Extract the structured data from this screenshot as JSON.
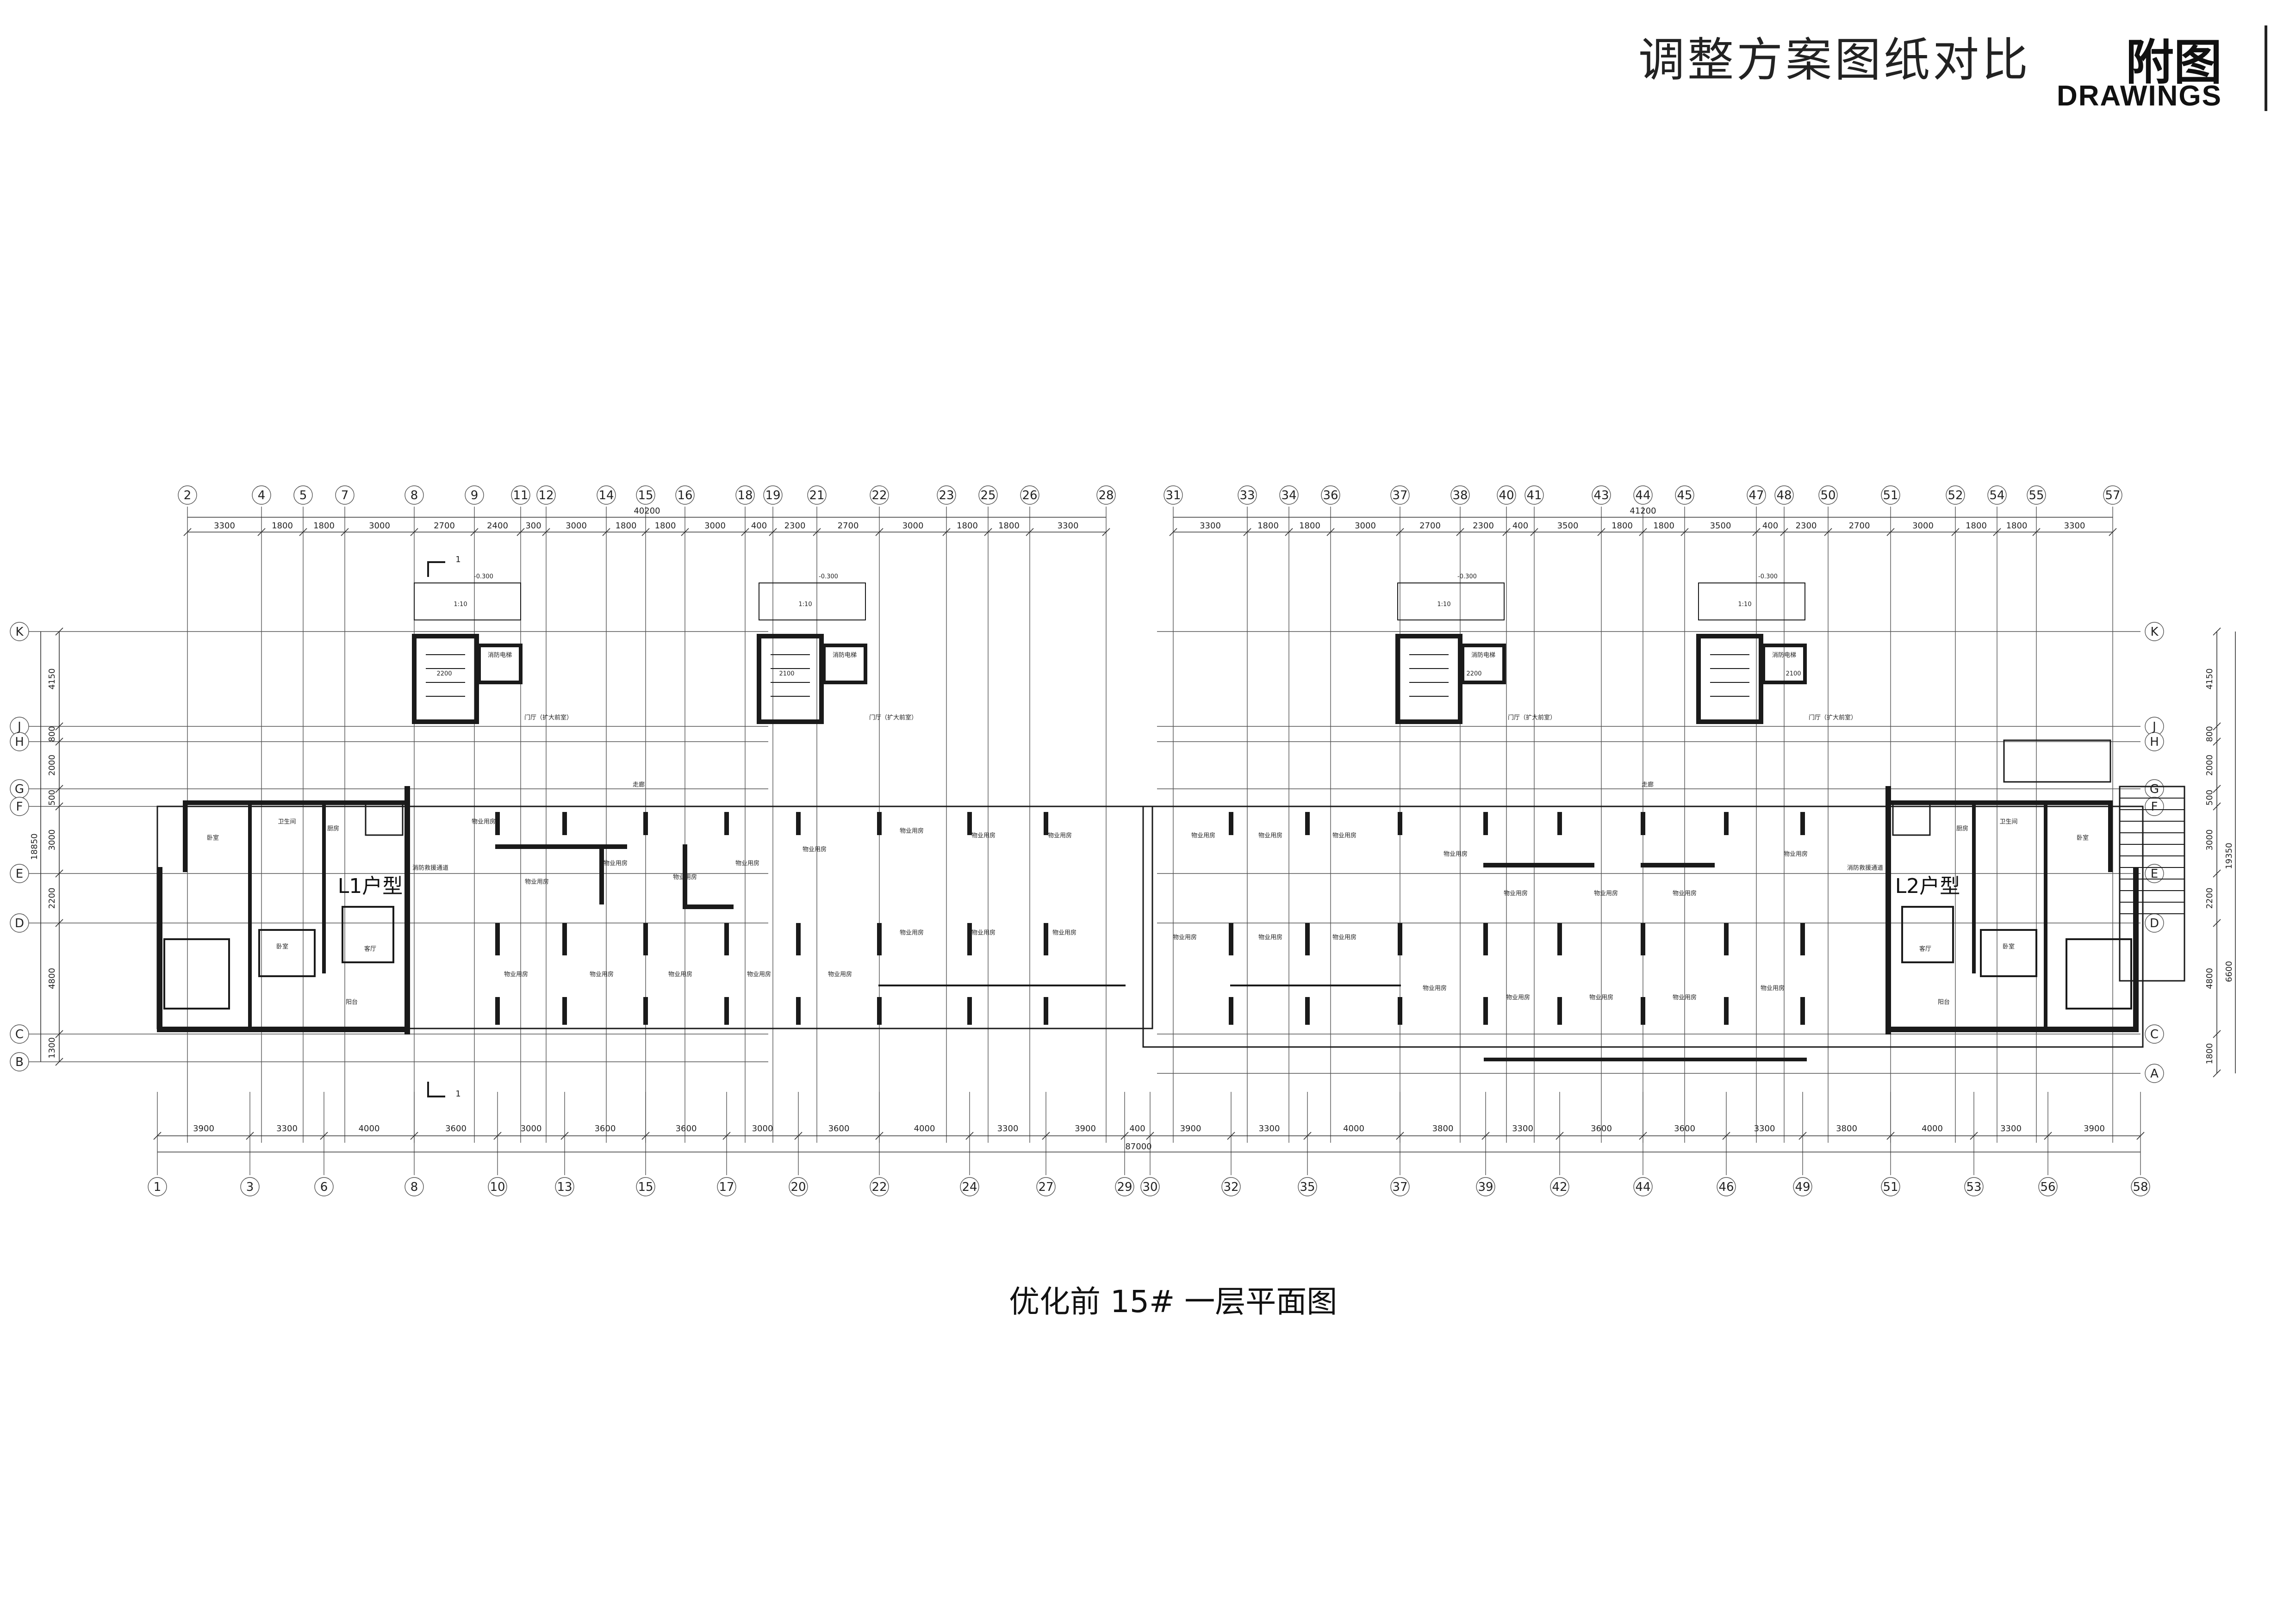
{
  "header": {
    "title": "调整方案图纸对比",
    "label_cn": "附图",
    "label_en": "DRAWINGS"
  },
  "caption": "优化前 15# 一层平面图",
  "plan": {
    "top_axes": [
      "2",
      "4",
      "5",
      "7",
      "8",
      "9",
      "11",
      "12",
      "14",
      "15",
      "16",
      "18",
      "19",
      "21",
      "22",
      "23",
      "25",
      "26",
      "28",
      "31",
      "33",
      "34",
      "36",
      "37",
      "38",
      "40",
      "41",
      "43",
      "44",
      "45",
      "47",
      "48",
      "50",
      "51",
      "52",
      "54",
      "55",
      "57"
    ],
    "top_dims_left": [
      "3300",
      "1800",
      "1800",
      "3000",
      "2700",
      "2400",
      "300",
      "3000",
      "1800",
      "1800",
      "3000",
      "400",
      "2300",
      "2700",
      "3000",
      "1800",
      "1800",
      "3300"
    ],
    "top_dims_right": [
      "3300",
      "1800",
      "1800",
      "3000",
      "2700",
      "2300",
      "400",
      "3500",
      "1800",
      "1800",
      "3500",
      "400",
      "2300",
      "2700",
      "3000",
      "1800",
      "1800",
      "3300"
    ],
    "top_total_left": "40200",
    "top_total_right": "41200",
    "bottom_axes": [
      "1",
      "3",
      "6",
      "8",
      "10",
      "13",
      "15",
      "17",
      "20",
      "22",
      "24",
      "27",
      "29",
      "30",
      "32",
      "35",
      "37",
      "39",
      "42",
      "44",
      "46",
      "49",
      "51",
      "53",
      "56",
      "58"
    ],
    "bottom_dims": [
      "3900",
      "3300",
      "4000",
      "3600",
      "3000",
      "3600",
      "3600",
      "3000",
      "3600",
      "4000",
      "3300",
      "3900",
      "400",
      "3900",
      "3300",
      "4000",
      "3800",
      "3300",
      "3600",
      "3600",
      "3300",
      "3800",
      "4000",
      "3300",
      "3900"
    ],
    "bottom_total": "87000",
    "left_axes": [
      "K",
      "J",
      "H",
      "G",
      "F",
      "E",
      "D",
      "C",
      "B"
    ],
    "right_axes": [
      "K",
      "J",
      "H",
      "G",
      "F",
      "E",
      "D",
      "C",
      "A"
    ],
    "left_dims": [
      "4150",
      "800",
      "2000",
      "500",
      "3000",
      "2200",
      "4800",
      "1300"
    ],
    "left_total": "18850",
    "right_dims": [
      "4150",
      "800",
      "2000",
      "500",
      "3000",
      "2200",
      "4800",
      "1800"
    ],
    "right_total_1": "19350",
    "right_total_2": "6600",
    "unit_left": "L1户型",
    "unit_right": "L2户型",
    "room_label": "物业用房",
    "corridor_label": "走廊",
    "bedroom_label": "卧室",
    "living_label": "客厅",
    "kitchen_label": "厨房",
    "bath_label": "卫生间",
    "balcony_label": "阳台",
    "elevator_label": "消防电梯",
    "lobby_label": "门厅（扩大前室）",
    "fire_label": "消防救援通道",
    "stair_1": "2100",
    "stair_2": "2200",
    "level_1": "-0.300",
    "level_2": "1:10",
    "section_mark": "1"
  }
}
